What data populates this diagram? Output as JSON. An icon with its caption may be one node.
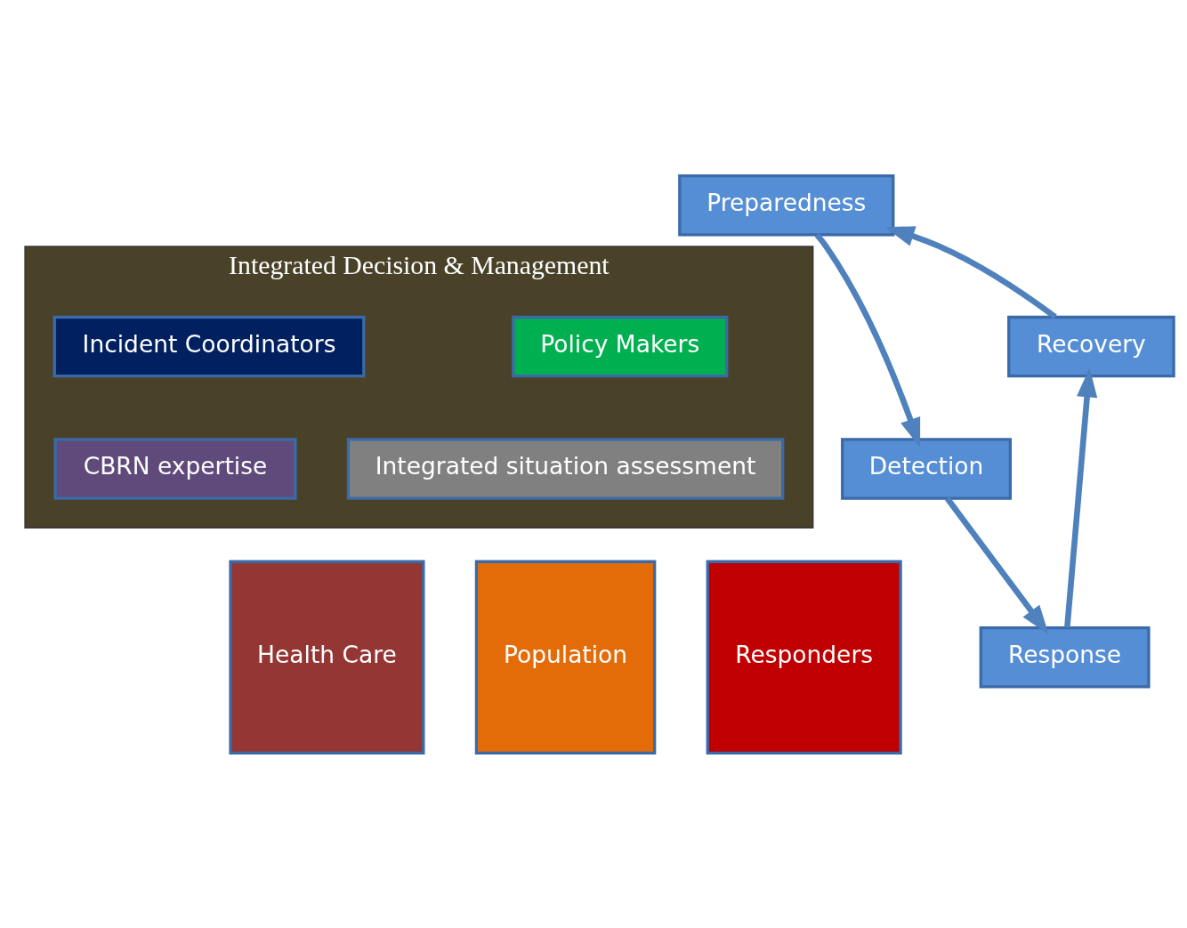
{
  "diagram": {
    "nodes": [
      {
        "text": [
          "Preparedness"
        ]
      },
      {
        "text": [
          "Integrated Decision & Management"
        ]
      },
      {
        "text": [
          "Policy Makers"
        ],
        "in": 1
      },
      {
        "text": [
          "Incident Coordinators"
        ],
        "in": 1
      },
      {
        "text": [
          "Integrated situation assessment"
        ],
        "in": 1
      },
      {
        "text": [
          "CBRN expertise"
        ],
        "in": 1
      },
      {
        "text": [
          "Recovery"
        ]
      },
      {
        "text": [
          "Detection"
        ]
      },
      {
        "text": [
          "Health Care"
        ]
      },
      {
        "text": [
          "Population"
        ]
      },
      {
        "text": [
          "Responders"
        ]
      },
      {
        "text": [
          "Response"
        ]
      }
    ],
    "edges": [
      {
        "from": 6,
        "to": 0,
        "arrow": "to"
      },
      {
        "from": 0,
        "to": 7,
        "arrow": "to"
      },
      {
        "from": 7,
        "to": 11,
        "arrow": "to"
      },
      {
        "from": 11,
        "to": 6,
        "arrow": "to"
      }
    ]
  }
}
